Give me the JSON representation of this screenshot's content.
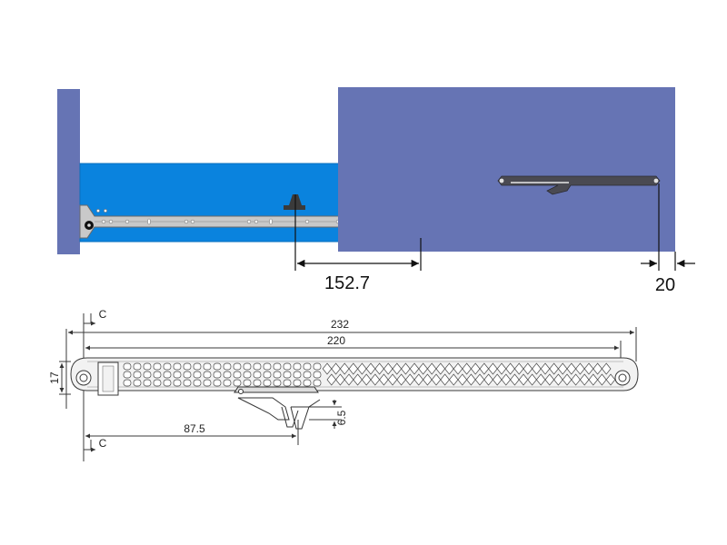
{
  "colors": {
    "cabinet_panel": "#6674b4",
    "drawer_box": "#0a83de",
    "runner_fill": "#c9c9c9",
    "runner_stroke": "#6a6a6a",
    "damper_body": "#4a4a52",
    "drawing_line": "#3a3a3a",
    "dimension_text": "#111111"
  },
  "labels": {
    "dim_offset": "152.7",
    "dim_side": "20",
    "dim_total_length": "232",
    "dim_hole_pitch": "220",
    "dim_height": "17",
    "dim_trigger_offset": "87.5",
    "dim_trigger_height": "6.5",
    "section_top": "C",
    "section_bottom": "C"
  }
}
